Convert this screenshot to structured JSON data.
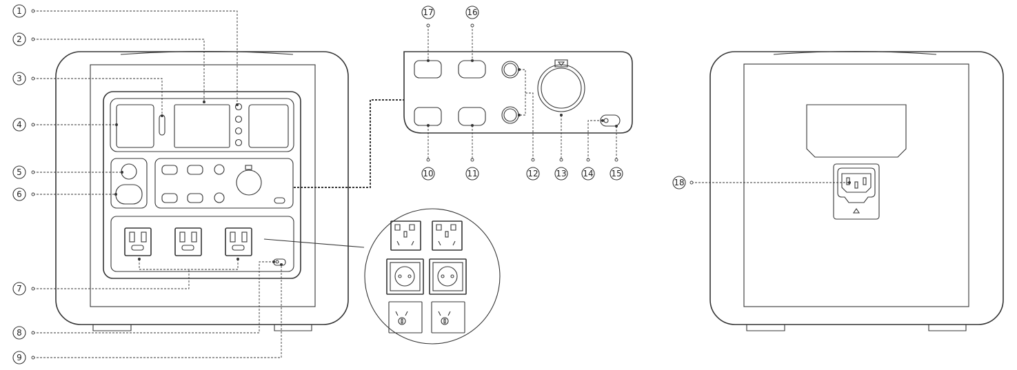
{
  "callouts": {
    "c1": "1",
    "c2": "2",
    "c3": "3",
    "c4": "4",
    "c5": "5",
    "c6": "6",
    "c7": "7",
    "c8": "8",
    "c9": "9",
    "c10": "10",
    "c11": "11",
    "c12": "12",
    "c13": "13",
    "c14": "14",
    "c15": "15",
    "c16": "16",
    "c17": "17",
    "c18": "18"
  },
  "icons": {
    "front_view": "power-station-front",
    "detail_panel": "ports-panel-detail",
    "outlet_variants": "regional-outlet-variants",
    "rear_view": "power-station-rear",
    "ac_input": "iec-ac-inlet-icon"
  }
}
